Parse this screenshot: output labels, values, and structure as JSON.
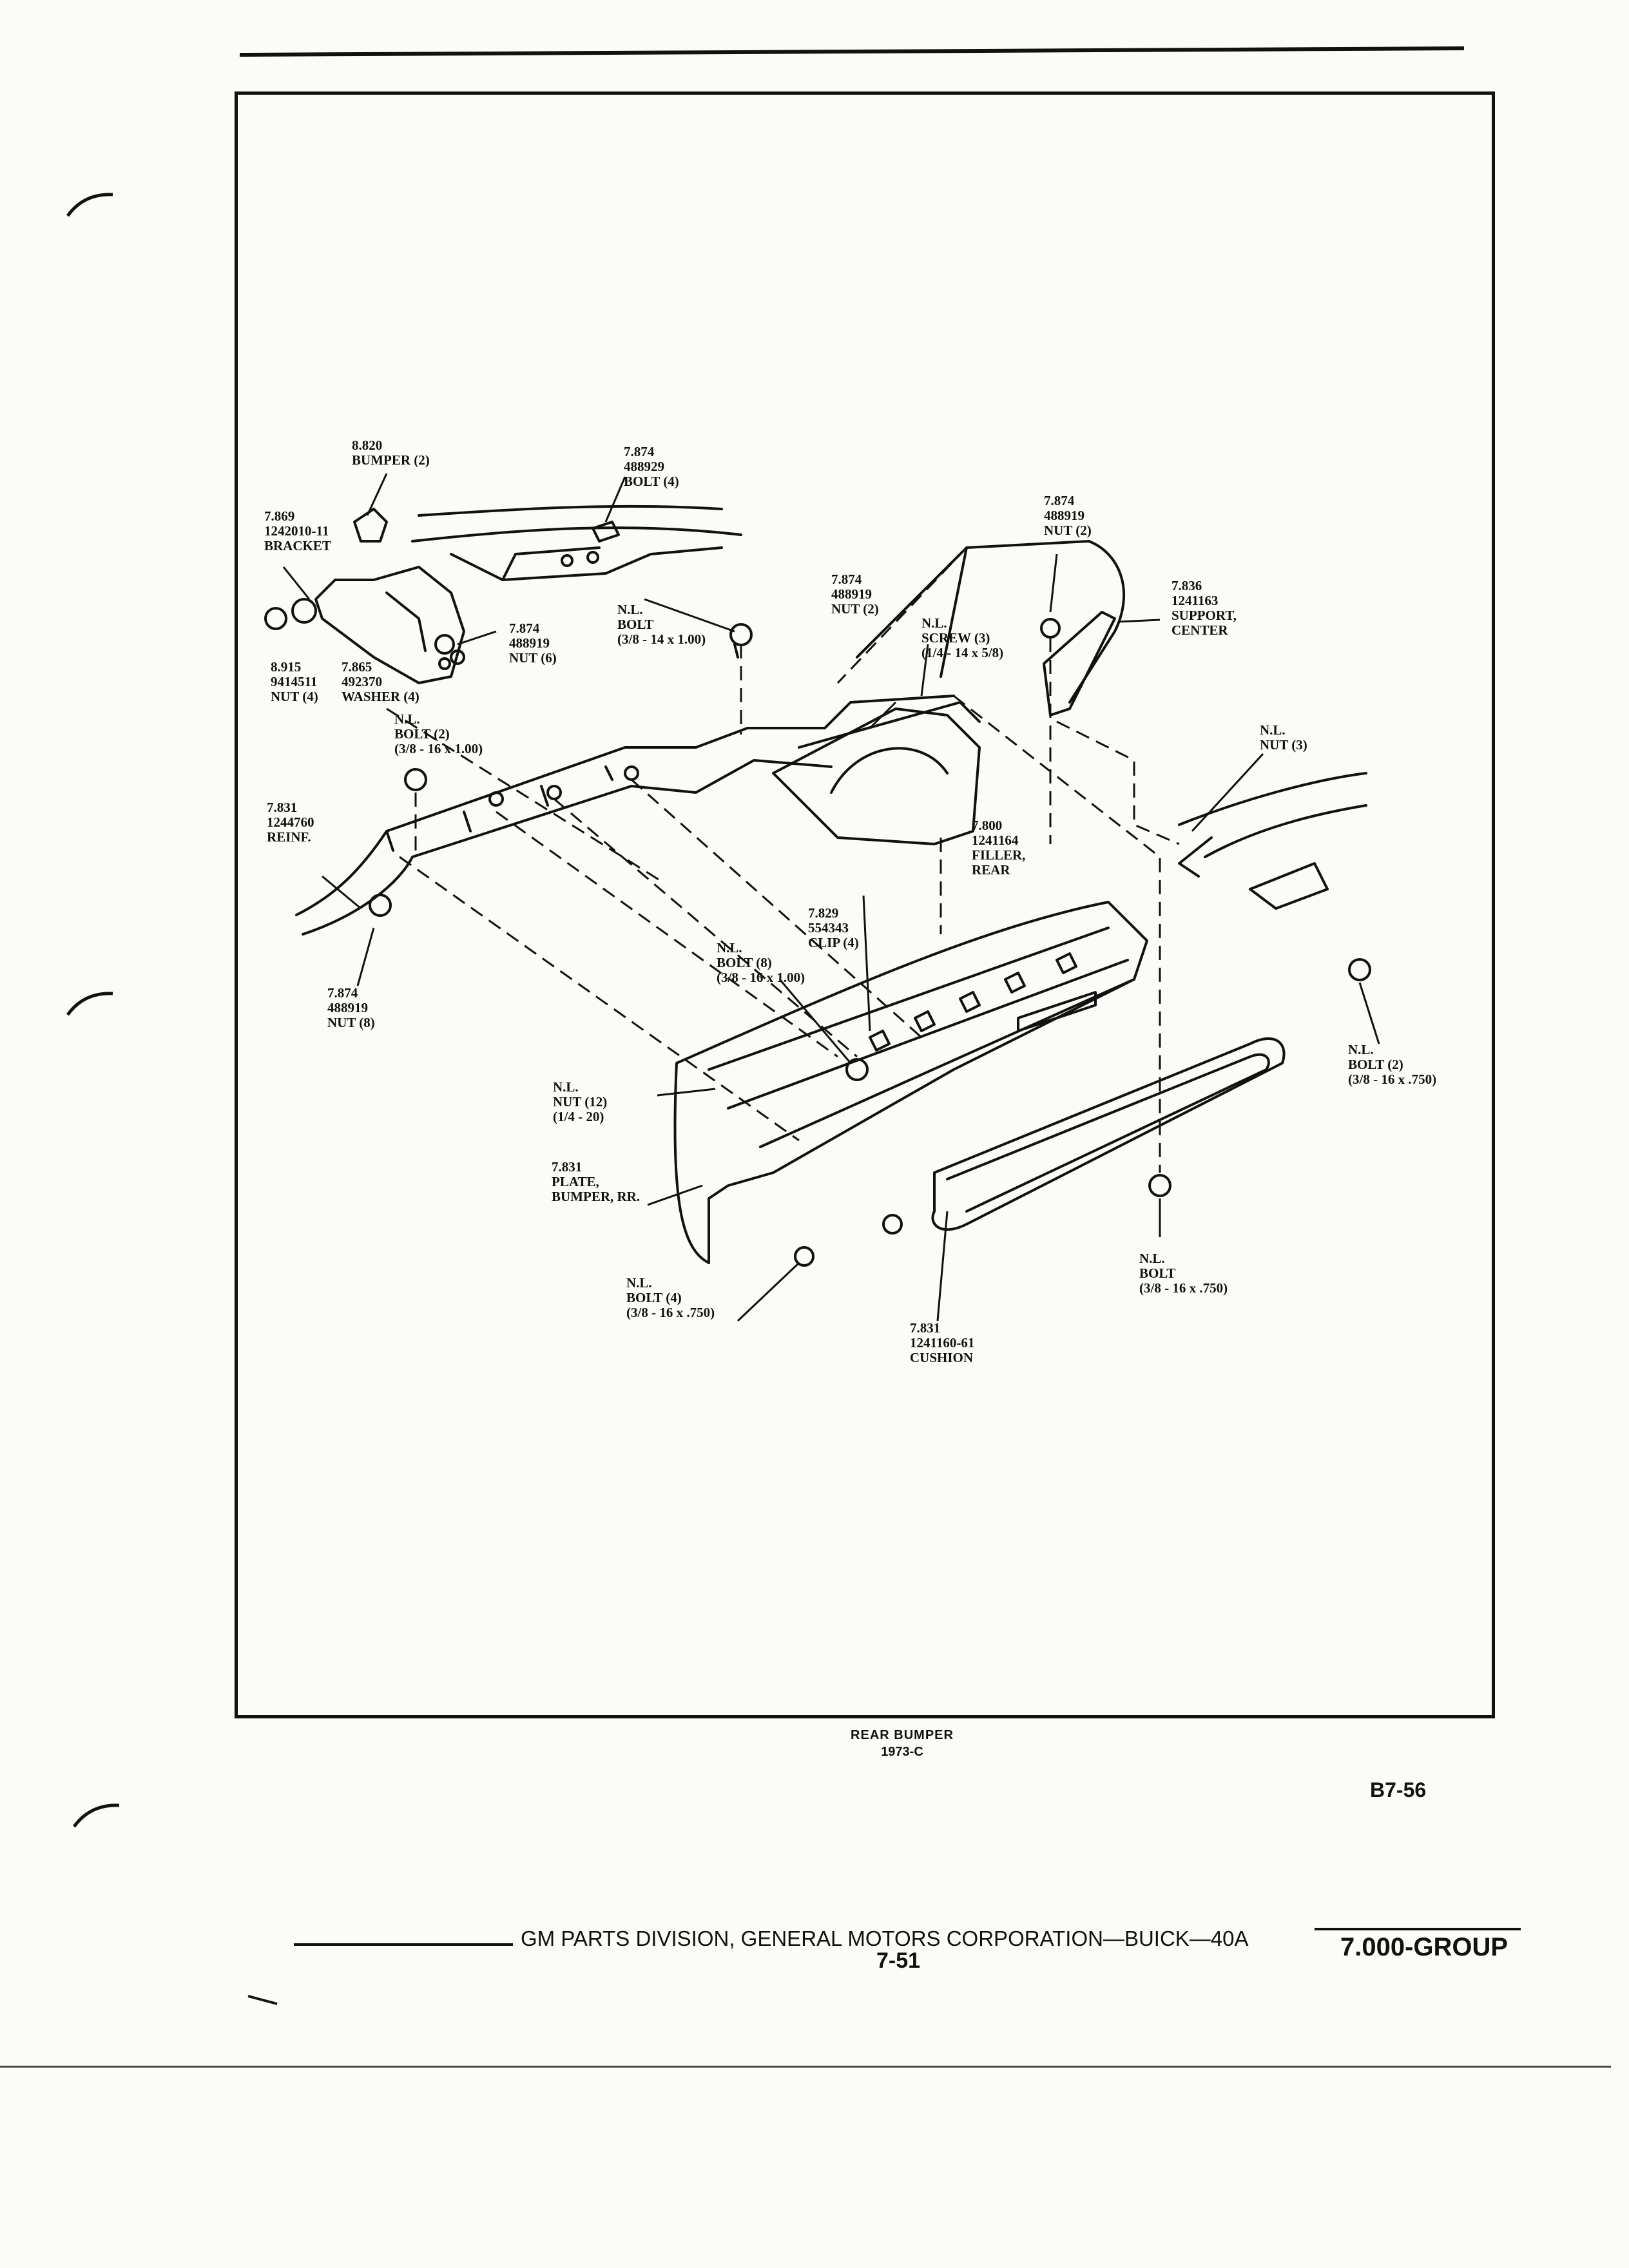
{
  "labels": {
    "bumper_8820": "8.820\nBUMPER (2)",
    "bolt_7874_top": "7.874\n488929\nBOLT (4)",
    "bracket_7869": "7.869\n1242010-11\nBRACKET",
    "nut_7874_right": "7.874\n488919\nNUT (2)",
    "nut_7874_mid": "7.874\n488919\nNUT (2)",
    "support_7836": "7.836\n1241163\nSUPPORT,\nCENTER",
    "nl_bolt_top": "N.L.\nBOLT\n(3/8 - 14 x 1.00)",
    "nl_screw": "N.L.\nSCREW (3)\n(1/4 - 14 x 5/8)",
    "nut_7874_six": "7.874\n488919\nNUT (6)",
    "nut_8915": "8.915\n9414511\nNUT (4)",
    "washer_7865": "7.865\n492370\nWASHER (4)",
    "nl_bolt_two": "N.L.\nBOLT (2)\n(3/8 - 16 x 1.00)",
    "nl_nut_three": "N.L.\nNUT (3)",
    "reinf_7831": "7.831\n1244760\nREINF.",
    "filler_7800": "7.800\n1241164\nFILLER,\nREAR",
    "clip_7829": "7.829\n554343\nCLIP (4)",
    "nl_bolt_eight": "N.L.\nBOLT (8)\n(3/8 - 16 x 1.00)",
    "nut_7874_eight": "7.874\n488919\nNUT (8)",
    "nl_bolt_right": "N.L.\nBOLT (2)\n(3/8 - 16 x .750)",
    "nl_nut_twelve": "N.L.\nNUT (12)\n(1/4 - 20)",
    "plate_7831": "7.831\nPLATE,\nBUMPER, RR.",
    "nl_bolt_bottom": "N.L.\nBOLT\n(3/8 - 16 x .750)",
    "nl_bolt_four": "N.L.\nBOLT (4)\n(3/8 - 16 x .750)",
    "cushion_7831": "7.831\n1241160-61\nCUSHION"
  },
  "caption": {
    "title": "REAR BUMPER",
    "subtitle": "1973-C"
  },
  "page_code": "B7-56",
  "footer": {
    "division": "GM PARTS DIVISION, GENERAL MOTORS CORPORATION—BUICK—40A",
    "page_number": "7-51",
    "group": "7.000-GROUP"
  }
}
